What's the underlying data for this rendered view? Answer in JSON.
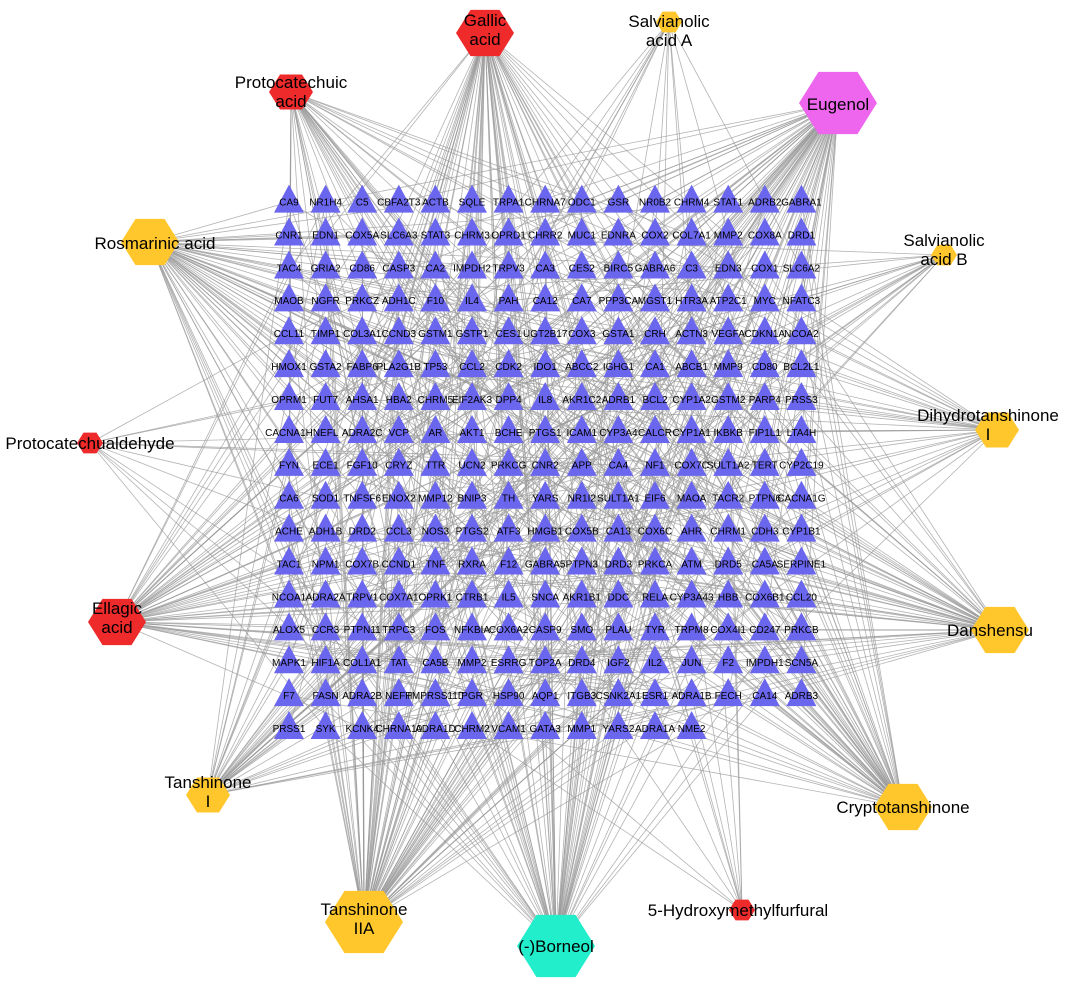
{
  "colors": {
    "edge": "#9a9a9a",
    "target": "#6b66ee",
    "red": "#ee2a2a",
    "yellow": "#ffc72c",
    "magenta": "#ee66ee",
    "cyan": "#22eecc"
  },
  "compounds": [
    {
      "id": "gallic",
      "label_lines": [
        "Gallic",
        "acid"
      ],
      "color": "red",
      "size": "large"
    },
    {
      "id": "salA",
      "label_lines": [
        "Salvianolic",
        "acid A"
      ],
      "color": "yellow",
      "size": "small"
    },
    {
      "id": "eugenol",
      "label_lines": [
        "Eugenol"
      ],
      "color": "magenta",
      "size": "xlarge"
    },
    {
      "id": "proto_acid",
      "label_lines": [
        "Protocatechuic",
        "acid"
      ],
      "color": "red",
      "size": "medium"
    },
    {
      "id": "rosmarinic",
      "label_lines": [
        "Rosmarinic acid"
      ],
      "color": "yellow",
      "size": "large"
    },
    {
      "id": "salB",
      "label_lines": [
        "Salvianolic",
        "acid B"
      ],
      "color": "yellow",
      "size": "small"
    },
    {
      "id": "proto_ald",
      "label_lines": [
        "Protocatechualdehyde"
      ],
      "color": "red",
      "size": "small"
    },
    {
      "id": "dihydro",
      "label_lines": [
        "Dihydrotanshinone",
        "I"
      ],
      "color": "yellow",
      "size": "medium"
    },
    {
      "id": "ellagic",
      "label_lines": [
        "Ellagic",
        "acid"
      ],
      "color": "red",
      "size": "large"
    },
    {
      "id": "danshensu",
      "label_lines": [
        "Danshensu"
      ],
      "color": "yellow",
      "size": "large"
    },
    {
      "id": "tanI",
      "label_lines": [
        "Tanshinone",
        "I"
      ],
      "color": "yellow",
      "size": "medium"
    },
    {
      "id": "crypto",
      "label_lines": [
        "Cryptotanshinone"
      ],
      "color": "yellow",
      "size": "large"
    },
    {
      "id": "tanIIA",
      "label_lines": [
        "Tanshinone",
        "IIA"
      ],
      "color": "yellow",
      "size": "xlarge"
    },
    {
      "id": "borneol",
      "label_lines": [
        "(-)Borneol"
      ],
      "color": "cyan",
      "size": "xlarge"
    },
    {
      "id": "hmf",
      "label_lines": [
        "5-Hydroxymethylfurfural"
      ],
      "color": "red",
      "size": "small"
    }
  ],
  "targets": [
    [
      "CA9",
      "NR1H4",
      "C5",
      "CBFA2T3",
      "ACTB",
      "SQLE",
      "TRPA1",
      "CHRNA7",
      "ODC1",
      "GSR",
      "NR0B2",
      "CHRM4",
      "STAT1",
      "ADRB2",
      "GABRA1"
    ],
    [
      "CNR1",
      "EDN1",
      "COX5A",
      "SLC6A3",
      "STAT3",
      "CHRM3",
      "OPRD1",
      "CHRR2",
      "MUC1",
      "EDNRA",
      "COX2",
      "COL7A1",
      "MMP2",
      "COX8A",
      "DRD1"
    ],
    [
      "TAC4",
      "GRIA2",
      "CD86",
      "CASP3",
      "CA2",
      "IMPDH2",
      "TRPV3",
      "CA3",
      "CES2",
      "BIRC5",
      "GABRA6",
      "C3",
      "EDN3",
      "COX1",
      "SLC6A2"
    ],
    [
      "MAOB",
      "NGFR",
      "PRKCZ",
      "ADH1C",
      "F10",
      "IL4",
      "PAH",
      "CA12",
      "CA7",
      "PPP3CA",
      "MGST1",
      "HTR3A",
      "ATP2C1",
      "MYC",
      "NFATC3"
    ],
    [
      "CCL11",
      "TIMP1",
      "COL3A1",
      "CCND3",
      "GSTM1",
      "GSTP1",
      "CES1",
      "UGT2B17",
      "COX3",
      "GSTA1",
      "CRH",
      "ACTN3",
      "VEGFA",
      "CDKN1A",
      "NCOA2"
    ],
    [
      "HMOX1",
      "GSTA2",
      "FABP6",
      "PLA2G1B",
      "TP53",
      "CCL2",
      "CDK2",
      "IDO1",
      "ABCC2",
      "IGHG1",
      "CA1",
      "ABCB1",
      "MMP9",
      "CD80",
      "BCL2L1"
    ],
    [
      "OPRM1",
      "FUT7",
      "AHSA1",
      "HBA2",
      "CHRM5",
      "EIF2AK3",
      "DPP4",
      "IL8",
      "AKR1C2",
      "ADRB1",
      "BCL2",
      "CYP1A2",
      "GSTM2",
      "PARP4",
      "PRSS3"
    ],
    [
      "CACNA1H",
      "NEFL",
      "ADRA2C",
      "VCP",
      "AR",
      "AKT1",
      "BCHE",
      "PTGS1",
      "ICAM1",
      "CYP3A4",
      "CALCR",
      "CYP1A1",
      "IKBKB",
      "FIP1L1",
      "LTA4H"
    ],
    [
      "FYN",
      "ECE1",
      "FGF10",
      "CRYZ",
      "TTR",
      "UCN2",
      "PRKCG",
      "CNR2",
      "APP",
      "CA4",
      "NF1",
      "COX7C",
      "SULT1A2",
      "TERT",
      "CYP2C19"
    ],
    [
      "CA6",
      "SOD1",
      "TNFSF6",
      "ENOX2",
      "MMP12",
      "BNIP3",
      "TH",
      "YARS",
      "NR1I2",
      "SULT1A1",
      "EIF6",
      "MAOA",
      "TACR2",
      "PTPN6",
      "CACNA1G"
    ],
    [
      "ACHE",
      "ADH1B",
      "DRD2",
      "CCL3",
      "NOS3",
      "PTGS2",
      "ATF3",
      "HMGB1",
      "COX5B",
      "CA13",
      "COX6C",
      "AHR",
      "CHRM1",
      "CDH3",
      "CYP1B1"
    ],
    [
      "TAC1",
      "NPM1",
      "COX7B",
      "CCND1",
      "TNF",
      "RXRA",
      "F12",
      "GABRA5",
      "PTPN3",
      "DRD3",
      "PRKCA",
      "ATM",
      "DRD5",
      "CA5A",
      "SERPINE1"
    ],
    [
      "NCOA1",
      "ADRA2A",
      "TRPV1",
      "COX7A1",
      "OPRK1",
      "CTRB1",
      "IL5",
      "SNCA",
      "AKR1B1",
      "DDC",
      "RELA",
      "CYP3A43",
      "HBB",
      "COX6B1",
      "CCL20"
    ],
    [
      "ALOX5",
      "CCR3",
      "PTPN11",
      "TRPC3",
      "FOS",
      "NFKBIA",
      "COX6A2",
      "CASP9",
      "SMO",
      "PLAU",
      "TYR",
      "TRPM8",
      "COX4I1",
      "CD247",
      "PRKCB"
    ],
    [
      "MAPK1",
      "HIF1A",
      "COL1A1",
      "TAT",
      "CA5B",
      "MMP2",
      "ESRRG",
      "TOP2A",
      "DRD4",
      "IGF2",
      "IL2",
      "JUN",
      "F2",
      "IMPDH1",
      "SCN5A"
    ],
    [
      "F7",
      "FASN",
      "ADRA2B",
      "NEFH",
      "TMPRSS11D",
      "PGR",
      "HSP90",
      "AQP1",
      "ITGB3",
      "CSNK2A1",
      "ESR1",
      "ADRA1B",
      "FECH",
      "CA14",
      "ADRB3"
    ],
    [
      "PRSS1",
      "SYK",
      "KCNK4",
      "CHRNA10",
      "ADRA1D",
      "CHRM2",
      "VCAM1",
      "GATA3",
      "MMP1",
      "YARS2",
      "ADRA1A",
      "NME2"
    ]
  ]
}
